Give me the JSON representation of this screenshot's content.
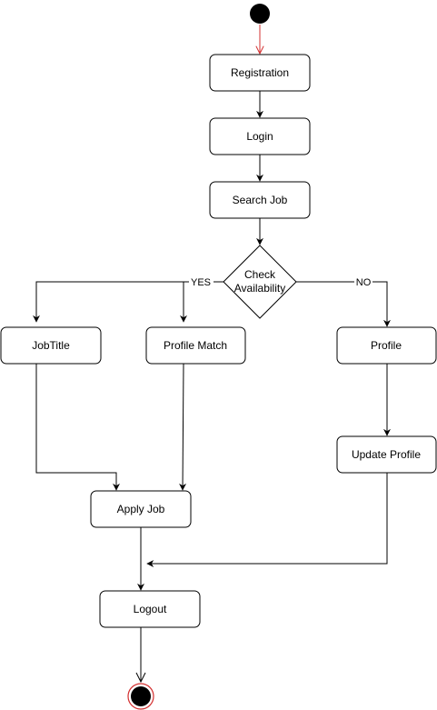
{
  "colors": {
    "stroke": "#000000",
    "node_fill": "#ffffff",
    "start_fill": "#000000",
    "start_arrow": "#d32f2f",
    "end_ring": "#d32f2f"
  },
  "nodes": {
    "registration": "Registration",
    "login": "Login",
    "search_job": "Search Job",
    "check_line1": "Check",
    "check_line2": "Availability",
    "job_title": "JobTitle",
    "profile_match": "Profile Match",
    "profile": "Profile",
    "update_profile": "Update Profile",
    "apply_job": "Apply Job",
    "logout": "Logout"
  },
  "edges": {
    "yes": "YES",
    "no": "NO"
  }
}
